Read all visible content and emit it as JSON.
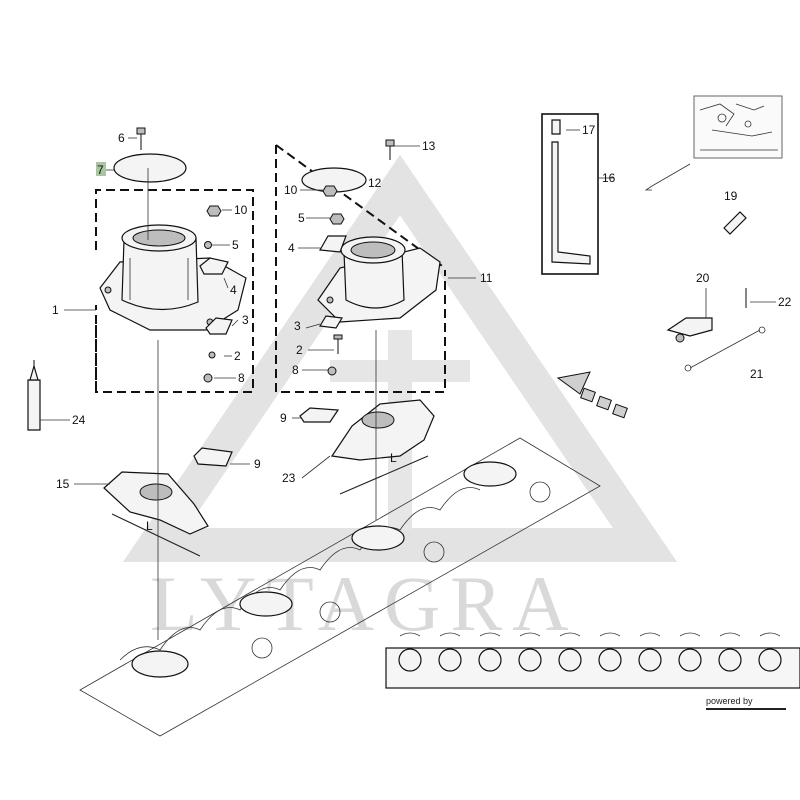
{
  "watermark": "LYTAGRA",
  "footer": {
    "powered_by": "powered by"
  },
  "callouts": {
    "c1": "1",
    "c2a": "2",
    "c2b": "2",
    "c3a": "3",
    "c3b": "3",
    "c4a": "4",
    "c4b": "4",
    "c5a": "5",
    "c5b": "5",
    "c6": "6",
    "c7": "7",
    "c8a": "8",
    "c8b": "8",
    "c9a": "9",
    "c9b": "9",
    "c10a": "10",
    "c10b": "10",
    "c11": "11",
    "c12": "12",
    "c13": "13",
    "c15": "15",
    "c16": "16",
    "c17": "17",
    "c19": "19",
    "c20": "20",
    "c21": "21",
    "c22": "22",
    "c23": "23",
    "c24": "24"
  },
  "dimension_labels": {
    "L1": "L",
    "L2": "L"
  },
  "colors": {
    "highlight": "#a8c6a0",
    "watermark": "#d9d9d9",
    "line": "#111111"
  }
}
